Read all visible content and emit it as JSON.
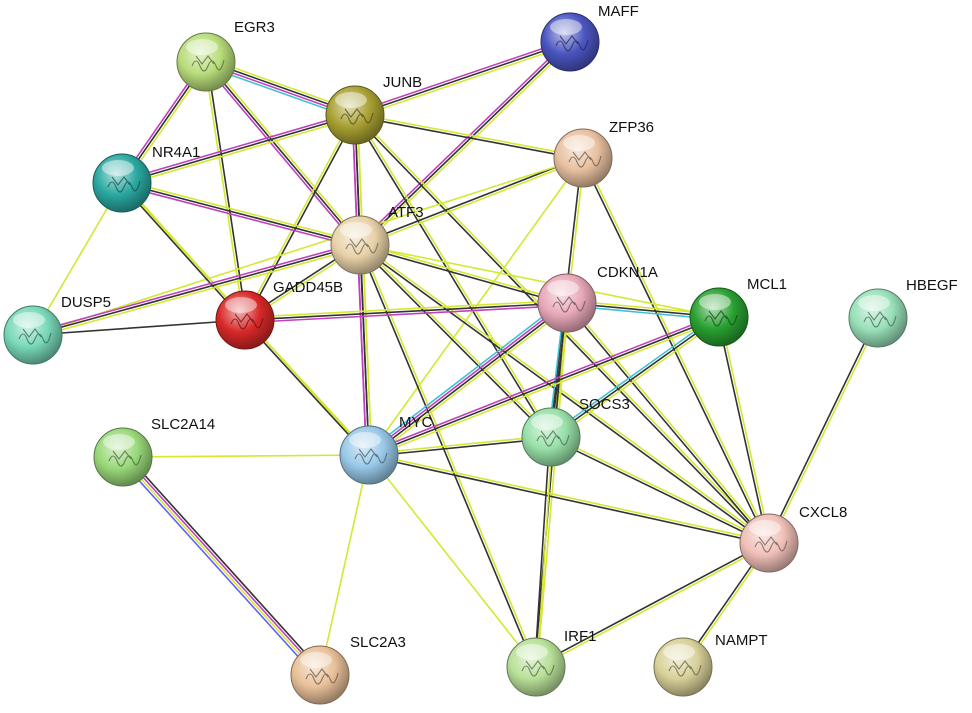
{
  "network": {
    "nodes": [
      {
        "id": "EGR3",
        "label": "EGR3",
        "color": "#b8dc7a"
      },
      {
        "id": "MAFF",
        "label": "MAFF",
        "color": "#4a55c0"
      },
      {
        "id": "JUNB",
        "label": "JUNB",
        "color": "#a8a032"
      },
      {
        "id": "ZFP36",
        "label": "ZFP36",
        "color": "#e8c0a0"
      },
      {
        "id": "NR4A1",
        "label": "NR4A1",
        "color": "#2aa8a0"
      },
      {
        "id": "ATF3",
        "label": "ATF3",
        "color": "#e8d2a8"
      },
      {
        "id": "CDKN1A",
        "label": "CDKN1A",
        "color": "#e8a8b8"
      },
      {
        "id": "MCL1",
        "label": "MCL1",
        "color": "#28a030"
      },
      {
        "id": "HBEGF",
        "label": "HBEGF",
        "color": "#98e0b8"
      },
      {
        "id": "DUSP5",
        "label": "DUSP5",
        "color": "#78d8b8"
      },
      {
        "id": "GADD45B",
        "label": "GADD45B",
        "color": "#d82828"
      },
      {
        "id": "SLC2A14",
        "label": "SLC2A14",
        "color": "#98d878"
      },
      {
        "id": "MYC",
        "label": "MYC",
        "color": "#98c8e8"
      },
      {
        "id": "SOCS3",
        "label": "SOCS3",
        "color": "#98e0a8"
      },
      {
        "id": "CXCL8",
        "label": "CXCL8",
        "color": "#f0c0b8"
      },
      {
        "id": "SLC2A3",
        "label": "SLC2A3",
        "color": "#e8c098"
      },
      {
        "id": "IRF1",
        "label": "IRF1",
        "color": "#b8e098"
      },
      {
        "id": "NAMPT",
        "label": "NAMPT",
        "color": "#d8d098"
      }
    ],
    "edges": [
      {
        "from": "EGR3",
        "to": "JUNB",
        "colors": [
          "#d4e832",
          "#333333",
          "#c040c0",
          "#40c0d8"
        ]
      },
      {
        "from": "EGR3",
        "to": "NR4A1",
        "colors": [
          "#d4e832",
          "#333333",
          "#c040c0"
        ]
      },
      {
        "from": "EGR3",
        "to": "ATF3",
        "colors": [
          "#d4e832",
          "#333333",
          "#c040c0"
        ]
      },
      {
        "from": "EGR3",
        "to": "GADD45B",
        "colors": [
          "#333333",
          "#d4e832"
        ]
      },
      {
        "from": "MAFF",
        "to": "JUNB",
        "colors": [
          "#d4e832",
          "#333333",
          "#c040c0"
        ]
      },
      {
        "from": "MAFF",
        "to": "ATF3",
        "colors": [
          "#d4e832",
          "#333333",
          "#c040c0"
        ]
      },
      {
        "from": "JUNB",
        "to": "NR4A1",
        "colors": [
          "#d4e832",
          "#333333",
          "#c040c0"
        ]
      },
      {
        "from": "JUNB",
        "to": "ATF3",
        "colors": [
          "#d4e832",
          "#333333",
          "#c040c0"
        ]
      },
      {
        "from": "JUNB",
        "to": "ZFP36",
        "colors": [
          "#d4e832",
          "#333333"
        ]
      },
      {
        "from": "JUNB",
        "to": "GADD45B",
        "colors": [
          "#333333",
          "#d4e832"
        ]
      },
      {
        "from": "JUNB",
        "to": "MYC",
        "colors": [
          "#d4e832",
          "#333333",
          "#c040c0"
        ]
      },
      {
        "from": "JUNB",
        "to": "SOCS3",
        "colors": [
          "#d4e832",
          "#333333"
        ]
      },
      {
        "from": "JUNB",
        "to": "CXCL8",
        "colors": [
          "#d4e832",
          "#333333"
        ]
      },
      {
        "from": "ZFP36",
        "to": "ATF3",
        "colors": [
          "#d4e832",
          "#333333"
        ]
      },
      {
        "from": "ZFP36",
        "to": "DUSP5",
        "colors": [
          "#d4e832"
        ]
      },
      {
        "from": "ZFP36",
        "to": "SOCS3",
        "colors": [
          "#d4e832",
          "#333333"
        ]
      },
      {
        "from": "ZFP36",
        "to": "CXCL8",
        "colors": [
          "#d4e832",
          "#333333"
        ]
      },
      {
        "from": "ZFP36",
        "to": "MYC",
        "colors": [
          "#d4e832"
        ]
      },
      {
        "from": "NR4A1",
        "to": "ATF3",
        "colors": [
          "#d4e832",
          "#333333",
          "#c040c0"
        ]
      },
      {
        "from": "NR4A1",
        "to": "DUSP5",
        "colors": [
          "#d4e832"
        ]
      },
      {
        "from": "NR4A1",
        "to": "GADD45B",
        "colors": [
          "#d4e832",
          "#333333"
        ]
      },
      {
        "from": "NR4A1",
        "to": "MYC",
        "colors": [
          "#d4e832"
        ]
      },
      {
        "from": "ATF3",
        "to": "DUSP5",
        "colors": [
          "#d4e832",
          "#333333",
          "#c040c0"
        ]
      },
      {
        "from": "ATF3",
        "to": "GADD45B",
        "colors": [
          "#d4e832",
          "#333333"
        ]
      },
      {
        "from": "ATF3",
        "to": "CDKN1A",
        "colors": [
          "#d4e832",
          "#333333"
        ]
      },
      {
        "from": "ATF3",
        "to": "MCL1",
        "colors": [
          "#d4e832"
        ]
      },
      {
        "from": "ATF3",
        "to": "MYC",
        "colors": [
          "#d4e832",
          "#333333",
          "#c040c0"
        ]
      },
      {
        "from": "ATF3",
        "to": "SOCS3",
        "colors": [
          "#d4e832",
          "#333333"
        ]
      },
      {
        "from": "ATF3",
        "to": "CXCL8",
        "colors": [
          "#d4e832",
          "#333333"
        ]
      },
      {
        "from": "ATF3",
        "to": "IRF1",
        "colors": [
          "#d4e832",
          "#333333"
        ]
      },
      {
        "from": "DUSP5",
        "to": "GADD45B",
        "colors": [
          "#333333"
        ]
      },
      {
        "from": "GADD45B",
        "to": "CDKN1A",
        "colors": [
          "#d4e832",
          "#333333",
          "#c040c0"
        ]
      },
      {
        "from": "GADD45B",
        "to": "MYC",
        "colors": [
          "#d4e832",
          "#333333"
        ]
      },
      {
        "from": "CDKN1A",
        "to": "MCL1",
        "colors": [
          "#d4e832",
          "#333333",
          "#40c0d8"
        ]
      },
      {
        "from": "CDKN1A",
        "to": "MYC",
        "colors": [
          "#d4e832",
          "#333333",
          "#c040c0",
          "#40c0d8"
        ]
      },
      {
        "from": "CDKN1A",
        "to": "SOCS3",
        "colors": [
          "#d4e832",
          "#333333",
          "#40c0d8"
        ]
      },
      {
        "from": "CDKN1A",
        "to": "CXCL8",
        "colors": [
          "#d4e832",
          "#333333"
        ]
      },
      {
        "from": "CDKN1A",
        "to": "IRF1",
        "colors": [
          "#d4e832",
          "#333333"
        ]
      },
      {
        "from": "MCL1",
        "to": "MYC",
        "colors": [
          "#d4e832",
          "#333333",
          "#c040c0"
        ]
      },
      {
        "from": "MCL1",
        "to": "SOCS3",
        "colors": [
          "#d4e832",
          "#333333",
          "#40c0d8"
        ]
      },
      {
        "from": "MCL1",
        "to": "CXCL8",
        "colors": [
          "#d4e832",
          "#333333"
        ]
      },
      {
        "from": "HBEGF",
        "to": "CXCL8",
        "colors": [
          "#d4e832",
          "#333333"
        ]
      },
      {
        "from": "SLC2A14",
        "to": "MYC",
        "colors": [
          "#d4e832"
        ]
      },
      {
        "from": "SLC2A14",
        "to": "SLC2A3",
        "colors": [
          "#333333",
          "#c040c0",
          "#d4e832",
          "#6060ff"
        ]
      },
      {
        "from": "MYC",
        "to": "SOCS3",
        "colors": [
          "#d4e832",
          "#333333"
        ]
      },
      {
        "from": "MYC",
        "to": "CXCL8",
        "colors": [
          "#d4e832",
          "#333333"
        ]
      },
      {
        "from": "MYC",
        "to": "SLC2A3",
        "colors": [
          "#d4e832"
        ]
      },
      {
        "from": "MYC",
        "to": "IRF1",
        "colors": [
          "#d4e832"
        ]
      },
      {
        "from": "SOCS3",
        "to": "CXCL8",
        "colors": [
          "#d4e832",
          "#333333"
        ]
      },
      {
        "from": "SOCS3",
        "to": "IRF1",
        "colors": [
          "#d4e832",
          "#333333"
        ]
      },
      {
        "from": "CXCL8",
        "to": "IRF1",
        "colors": [
          "#d4e832",
          "#333333"
        ]
      },
      {
        "from": "CXCL8",
        "to": "NAMPT",
        "colors": [
          "#d4e832",
          "#333333"
        ]
      }
    ]
  }
}
